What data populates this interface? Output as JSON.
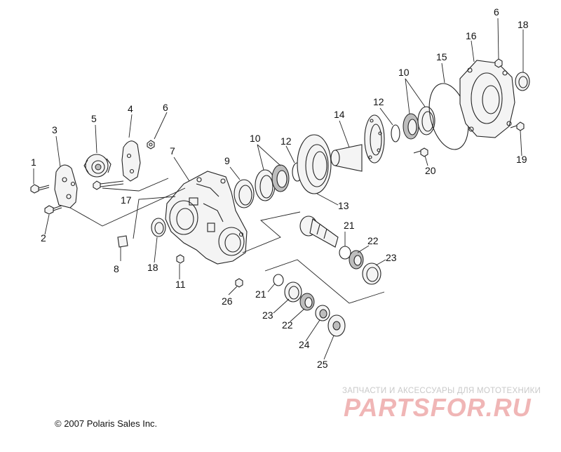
{
  "callouts": [
    "1",
    "2",
    "3",
    "4",
    "5",
    "6",
    "7",
    "8",
    "9",
    "10",
    "11",
    "12",
    "13",
    "14",
    "15",
    "16",
    "17",
    "18",
    "19",
    "20",
    "21",
    "22",
    "23",
    "24",
    "25",
    "26"
  ],
  "copyright": "© 2007 Polaris Sales Inc.",
  "watermark": {
    "tagline": "ЗАПЧАСТИ И АКСЕССУАРЫ ДЛЯ МОТОТЕХНИКИ",
    "logo": "PARTSFOR.RU"
  }
}
